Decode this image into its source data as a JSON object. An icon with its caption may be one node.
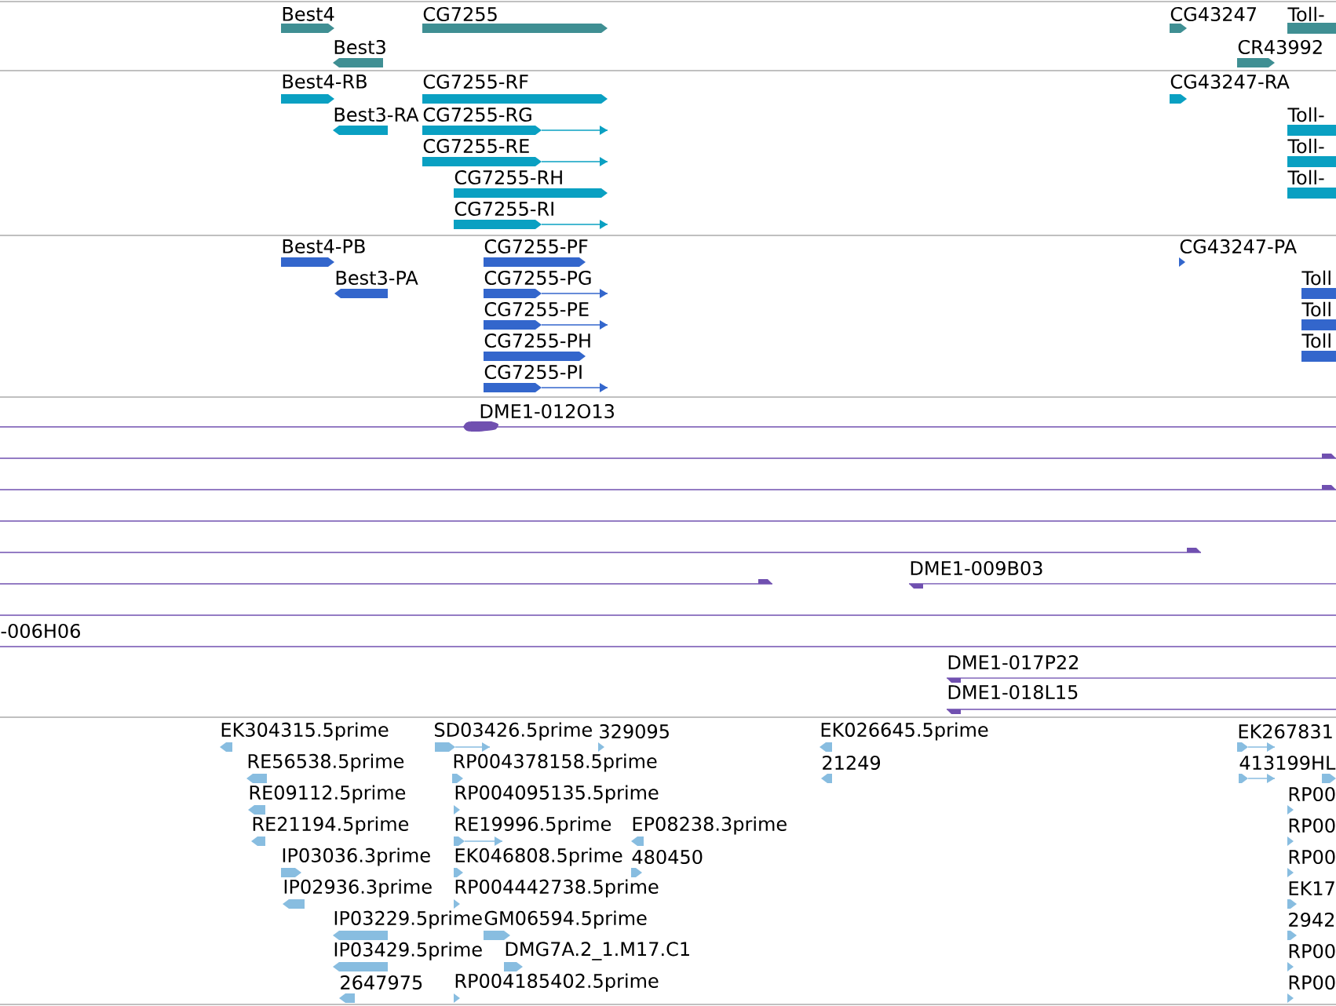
{
  "diagram": {
    "labels": [
      "Best4",
      "CG7255",
      "CG43247",
      "Toll-",
      "Best3",
      "CR43992",
      "Best4-RB",
      "CG7255-RF",
      "CG43247-RA",
      "Best3-RA",
      "CG7255-RG",
      "Toll-",
      "CG7255-RE",
      "Toll-",
      "CG7255-RH",
      "Toll-",
      "CG7255-RI",
      "Best4-PB",
      "CG7255-PF",
      "CG43247-PA",
      "Best3-PA",
      "CG7255-PG",
      "Toll",
      "CG7255-PE",
      "Toll",
      "CG7255-PH",
      "Toll",
      "CG7255-PI",
      "DME1-012O13",
      "DME1-009B03",
      "-006H06",
      "DME1-017P22",
      "DME1-018L15",
      "EK304315.5prime",
      "SD03426.5prime",
      "329095",
      "EK026645.5prime",
      "EK267831",
      "RE56538.5prime",
      "RP004378158.5prime",
      "21249",
      "413199HL",
      "RE09112.5prime",
      "RP004095135.5prime",
      "RP00",
      "RE21194.5prime",
      "RE19996.5prime",
      "EP08238.3prime",
      "RP00",
      "IP03036.3prime",
      "EK046808.5prime",
      "480450",
      "RP00",
      "IP02936.3prime",
      "RP004442738.5prime",
      "EK17",
      "IP03229.5prime",
      "GM06594.5prime",
      "2942",
      "IP03429.5prime",
      "DMG7A.2_1.M17.C1",
      "RP00",
      "2647975",
      "RP004185402.5prime",
      "RP00"
    ]
  }
}
